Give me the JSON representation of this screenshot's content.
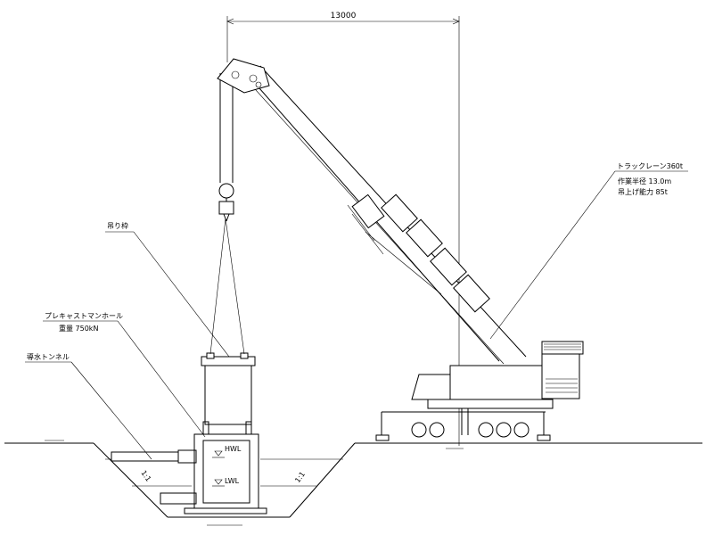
{
  "dimension": {
    "span": "13000"
  },
  "labels": {
    "sling": "吊り枠",
    "manhole_title": "プレキャストマンホール",
    "manhole_weight": "重量 750kN",
    "tunnel": "導水トンネル",
    "crane_title": "トラックレーン360t",
    "crane_radius": "作業半径 13.0m",
    "crane_capacity": "吊上げ能力 85t",
    "hwl": "HWL",
    "lwl": "LWL",
    "slope_left": "1:1",
    "slope_right": "1:1"
  }
}
